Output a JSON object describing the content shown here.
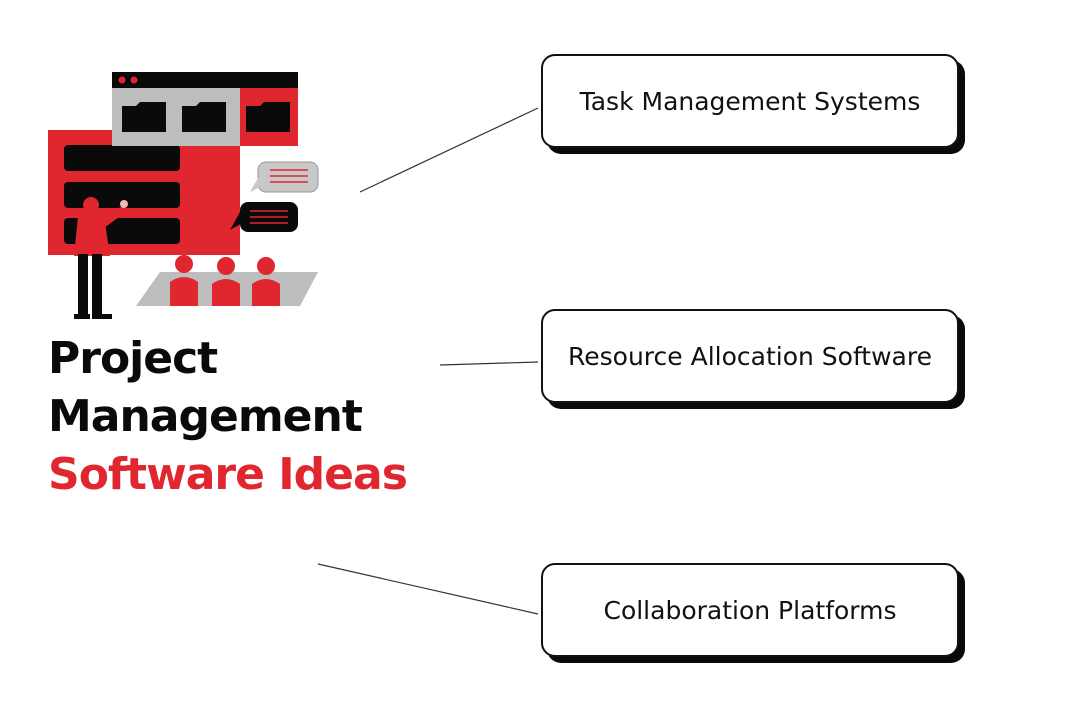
{
  "title": {
    "line1": "Project",
    "line2": "Management",
    "line3": "Software Ideas"
  },
  "ideas": [
    {
      "label": "Task Management Systems"
    },
    {
      "label": "Resource Allocation Software"
    },
    {
      "label": "Collaboration Platforms"
    }
  ],
  "colors": {
    "accent": "#e0262f",
    "dark": "#0a0a0a",
    "gray": "#b9b9b9"
  },
  "icons": [
    "browser-window-icon",
    "folder-icon",
    "chat-bubble-icon",
    "presenter-figure",
    "audience-figure"
  ]
}
